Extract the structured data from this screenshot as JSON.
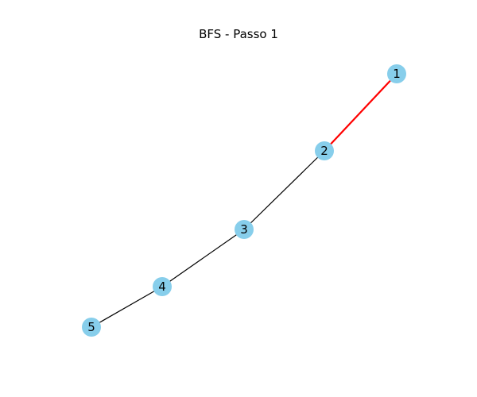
{
  "title": "BFS - Passo 1",
  "colors": {
    "node_fill": "#87ceeb",
    "edge_default": "#000000",
    "edge_highlight": "#ff0000",
    "label": "#000000"
  },
  "graph": {
    "nodes": [
      {
        "id": "1",
        "label": "1"
      },
      {
        "id": "2",
        "label": "2"
      },
      {
        "id": "3",
        "label": "3"
      },
      {
        "id": "4",
        "label": "4"
      },
      {
        "id": "5",
        "label": "5"
      }
    ],
    "edges": [
      {
        "source": "1",
        "target": "2",
        "highlighted": true
      },
      {
        "source": "2",
        "target": "3",
        "highlighted": false
      },
      {
        "source": "3",
        "target": "4",
        "highlighted": false
      },
      {
        "source": "4",
        "target": "5",
        "highlighted": false
      }
    ]
  }
}
